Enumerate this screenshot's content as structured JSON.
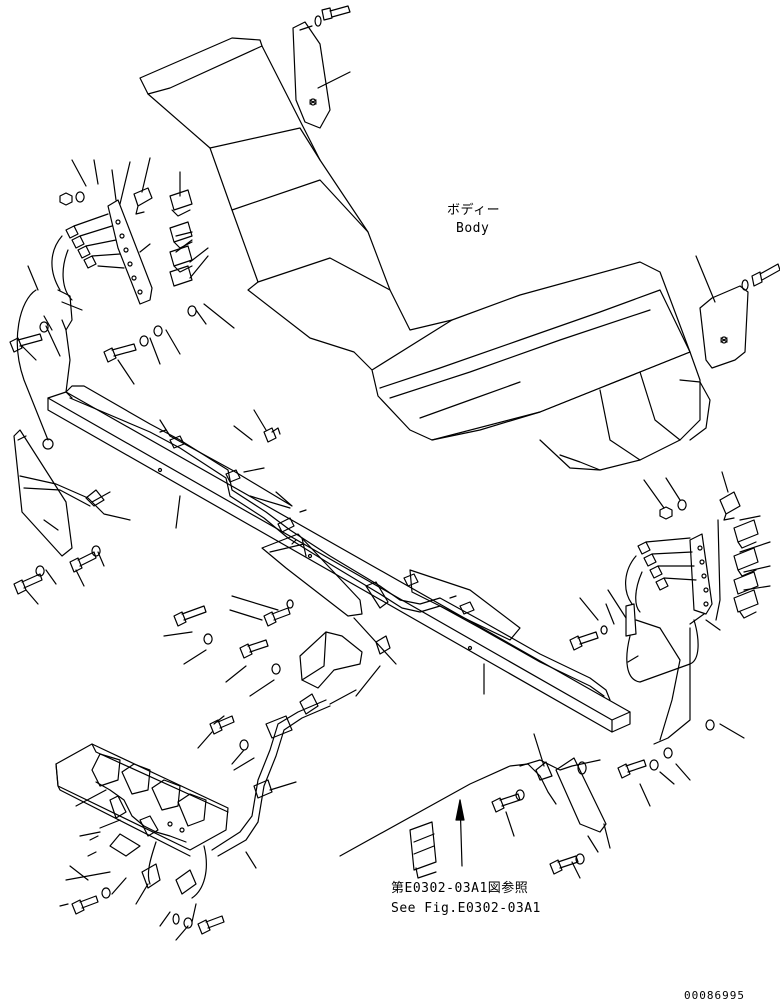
{
  "labels": {
    "body_jp": "ボディー",
    "body_en": "Body",
    "ref_jp": "第E0302-03A1図参照",
    "ref_en": "See Fig.E0302-03A1",
    "drawing_number": "00086995"
  },
  "icons": [
    "bolt-icon",
    "washer-icon",
    "nut-icon",
    "connector-icon",
    "clip-icon",
    "bracket-icon",
    "plate-icon"
  ]
}
